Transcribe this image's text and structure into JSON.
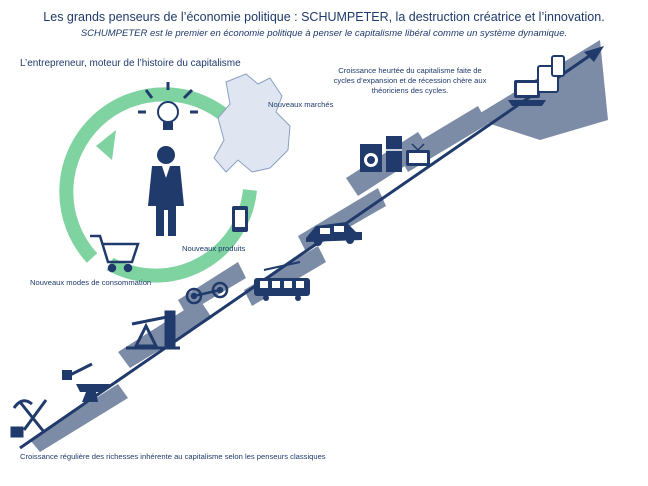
{
  "title": "Les grands penseurs de l’économie politique : SCHUMPETER, la destruction créatrice et l’innovation.",
  "subtitle": "SCHUMPETER est le premier en économie politique à penser le capitalisme libéral comme un système dynamique.",
  "entrepreneur_heading": "L’entrepreneur, moteur de l’histoire du capitalisme",
  "cycle_labels": {
    "markets": "Nouveaux marchés",
    "products": "Nouveaux produits",
    "consumption": "Nouveaux modes de consommation"
  },
  "cycles_text": "Croissance heurtée du capitalisme faite de cycles d’expansion et de récession chère aux théoriciens des cycles.",
  "classic_growth_text": "Croissance régulière des richesses inhérente au capitalisme selon les penseurs classiques",
  "colors": {
    "navy": "#1f3a6b",
    "slate": "#7d8ca6",
    "green": "#7ed3a0",
    "map": "#dfe6f2"
  },
  "icons": [
    "lightbulb-icon",
    "entrepreneur-icon",
    "map-icon",
    "smartphone-icon",
    "shopping-cart-icon",
    "pickaxe-shovel-icon",
    "anvil-hammer-icon",
    "oil-pump-icon",
    "bicycle-gears-icon",
    "tram-icon",
    "car-icon",
    "washing-machine-icon",
    "fridge-icon",
    "television-icon",
    "laptop-icon",
    "tablet-icon",
    "smartphone-small-icon"
  ]
}
